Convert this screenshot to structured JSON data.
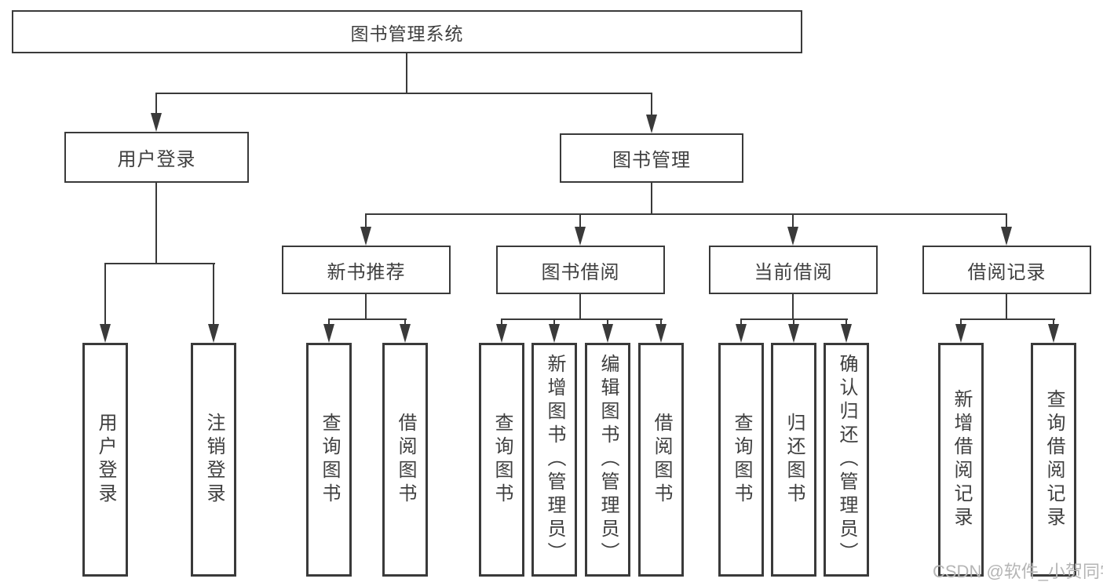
{
  "colors": {
    "line": "#3a3a3a",
    "text": "#3f3f3f",
    "box_fill": "#ffffff",
    "background": "#ffffff",
    "watermark": "#b5b5b5"
  },
  "watermark": {
    "text": "CSDN @软件_小贺同学"
  },
  "tree": {
    "root": {
      "label": "图书管理系统"
    },
    "branches": [
      {
        "label": "用户登录",
        "children": [
          {
            "label": "用户登录"
          },
          {
            "label": "注销登录"
          }
        ]
      },
      {
        "label": "图书管理",
        "children": [
          {
            "label": "新书推荐",
            "children": [
              {
                "label": "查询图书"
              },
              {
                "label": "借阅图书"
              }
            ]
          },
          {
            "label": "图书借阅",
            "children": [
              {
                "label": "查询图书"
              },
              {
                "label": "新增图书（管理员）"
              },
              {
                "label": "编辑图书（管理员）"
              },
              {
                "label": "借阅图书"
              }
            ]
          },
          {
            "label": "当前借阅",
            "children": [
              {
                "label": "查询图书"
              },
              {
                "label": "归还图书"
              },
              {
                "label": "确认归还（管理员）"
              }
            ]
          },
          {
            "label": "借阅记录",
            "children": [
              {
                "label": "新增借阅记录"
              },
              {
                "label": "查询借阅记录"
              }
            ]
          }
        ]
      }
    ]
  }
}
